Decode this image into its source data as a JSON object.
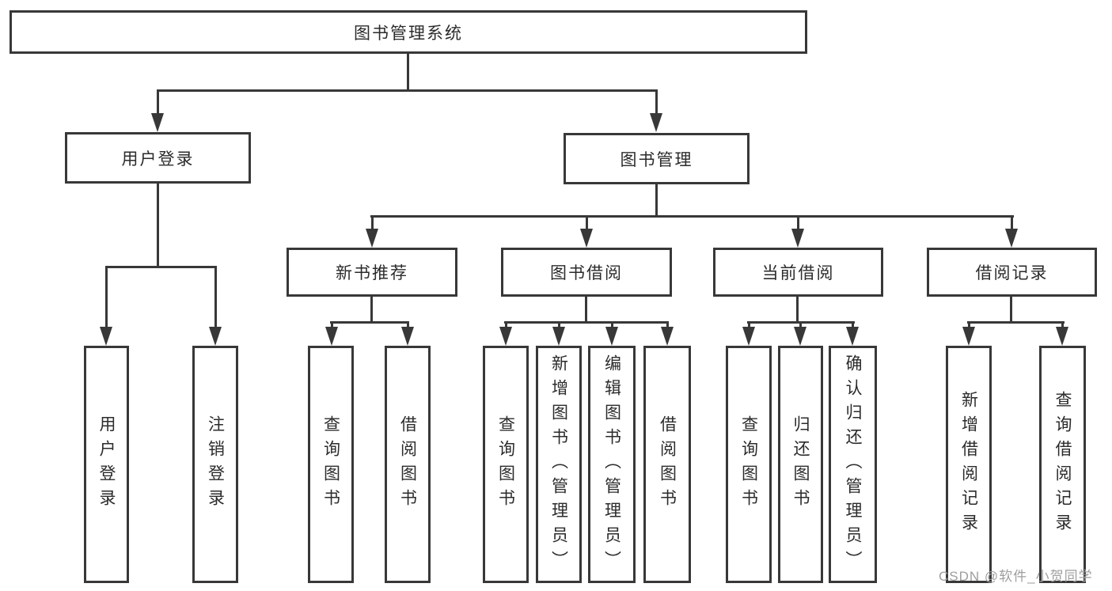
{
  "diagram": {
    "root": "图书管理系统",
    "children": [
      {
        "label": "用户登录",
        "children": [
          "用户登录",
          "注销登录"
        ]
      },
      {
        "label": "图书管理",
        "children": [
          {
            "label": "新书推荐",
            "children": [
              "查询图书",
              "借阅图书"
            ]
          },
          {
            "label": "图书借阅",
            "children": [
              "查询图书",
              "新增图书（管理员）",
              "编辑图书（管理员）",
              "借阅图书"
            ]
          },
          {
            "label": "当前借阅",
            "children": [
              "查询图书",
              "归还图书",
              "确认归还（管理员）"
            ]
          },
          {
            "label": "借阅记录",
            "children": [
              "新增借阅记录",
              "查询借阅记录"
            ]
          }
        ]
      }
    ]
  },
  "watermark": "CSDN @软件_小贺同学",
  "colors": {
    "line": "#383838",
    "text": "#2b2b2b",
    "background": "#ffffff",
    "watermark": "#9e9e9e"
  }
}
